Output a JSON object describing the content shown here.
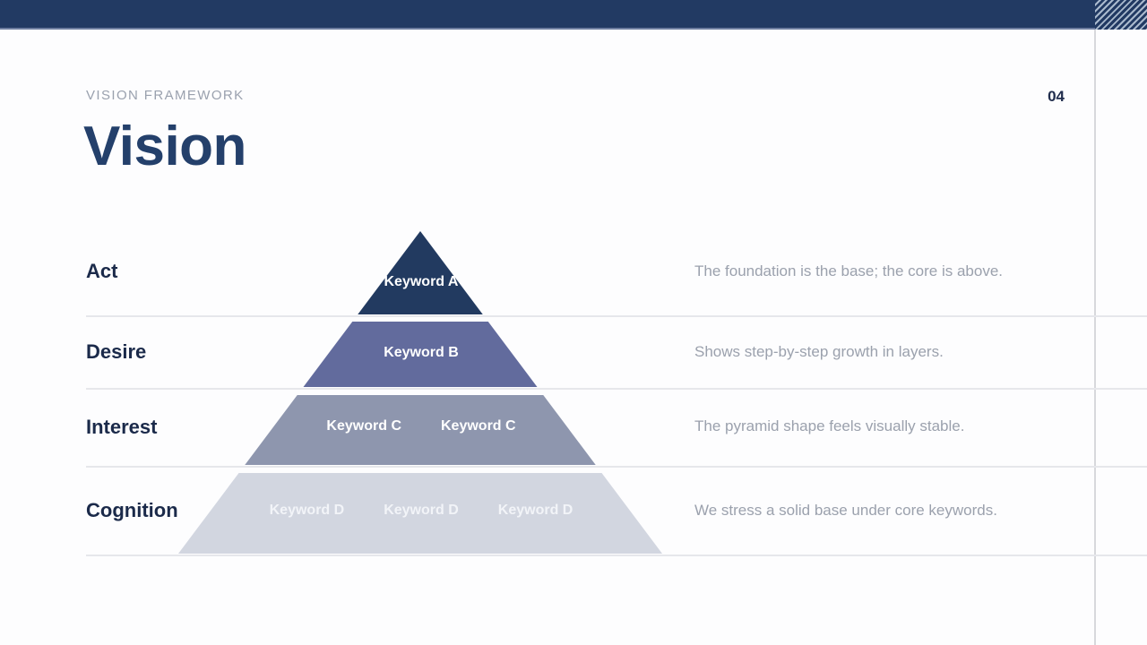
{
  "page": {
    "eyebrow": "VISION FRAMEWORK",
    "title": "Vision",
    "page_number": "04"
  },
  "rows": [
    {
      "label": "Act",
      "description": "The foundation is the base; the core is above."
    },
    {
      "label": "Desire",
      "description": "Shows step-by-step growth in layers."
    },
    {
      "label": "Interest",
      "description": "The pyramid shape feels visually stable."
    },
    {
      "label": "Cognition",
      "description": "We stress a solid base under core keywords."
    }
  ],
  "pyramid": {
    "layers": [
      {
        "name": "layer-1-top",
        "color": "#223a60",
        "keywords": [
          "Keyword A"
        ]
      },
      {
        "name": "layer-2",
        "color": "#626b9d",
        "keywords": [
          "Keyword B"
        ]
      },
      {
        "name": "layer-3",
        "color": "#8e96ae",
        "keywords": [
          "Keyword C",
          "Keyword C"
        ]
      },
      {
        "name": "layer-4-base",
        "color": "#d2d6e0",
        "keywords": [
          "Keyword D",
          "Keyword D",
          "Keyword D"
        ]
      }
    ]
  },
  "colors": {
    "header_bar": "#223a63",
    "header_bar_edge": "#6e7da0",
    "stripe_light": "#a9b9cd",
    "title_text": "#24406b",
    "label_text": "#1b2a4a",
    "description_text": "#9ba1ad",
    "divider": "#e6e7eb",
    "vertical_rule": "#d7d8dc",
    "keyword_text": "#ffffff"
  }
}
